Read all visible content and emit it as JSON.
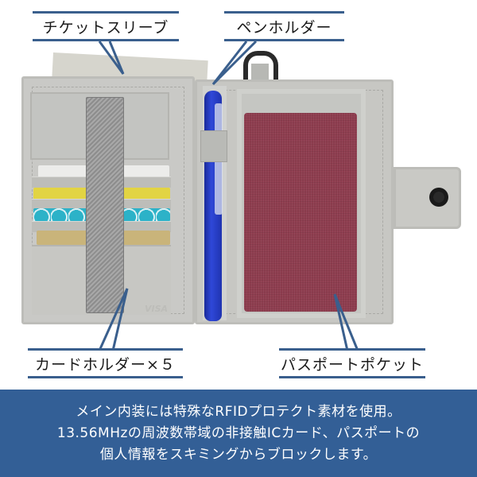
{
  "callouts": {
    "ticket_sleeve": "チケットスリーブ",
    "pen_holder": "ペンホルダー",
    "card_holder": "カードホルダー×５",
    "passport_pocket": "パスポートポケット"
  },
  "product": {
    "card_brand": "VISA"
  },
  "banner": {
    "lines": [
      "メイン内装には特殊なRFIDプロテクト素材を使用。",
      "13.56MHzの周波数帯域の非接触ICカード、パスポートの",
      "個人情報をスキミングからブロックします。"
    ]
  },
  "colors": {
    "accent_blue": "#335f96",
    "callout_line": "#3a5f8d",
    "wallet_gray": "#c7c7c3",
    "passport_red": "#8e3d4f",
    "pen_blue": "#2f48d8"
  }
}
